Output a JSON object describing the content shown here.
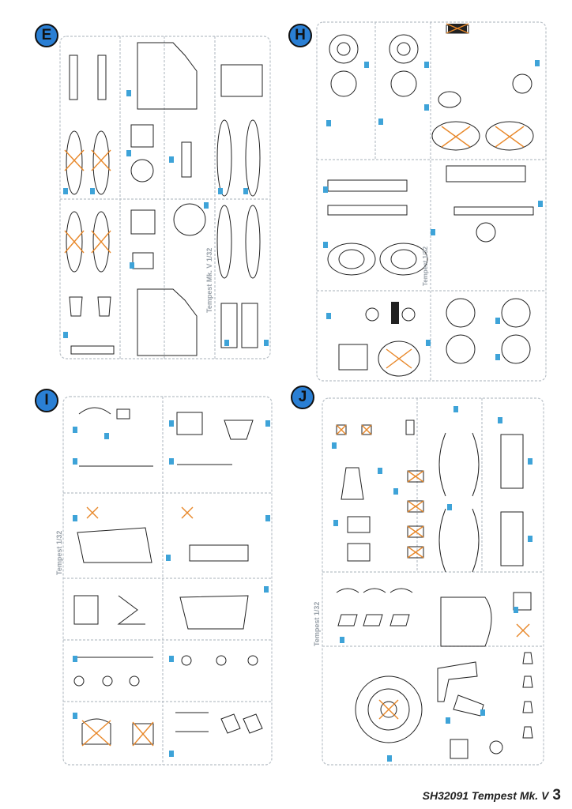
{
  "sprues": [
    {
      "letter": "E",
      "name_label": "Tempest Mk. V  1/32"
    },
    {
      "letter": "H",
      "name_label": "Tempest 1/32"
    },
    {
      "letter": "I",
      "name_label": "Tempest 1/32"
    },
    {
      "letter": "J",
      "name_label": "Tempest 1/32"
    }
  ],
  "footer": {
    "code": "SH32091 Tempest Mk. V",
    "page": "3"
  },
  "colors": {
    "badge": "#2a7fd4",
    "frame": "#9aa2aa",
    "part": "#222222",
    "tag": "#3ea3d8",
    "cross": "#e8882a"
  }
}
